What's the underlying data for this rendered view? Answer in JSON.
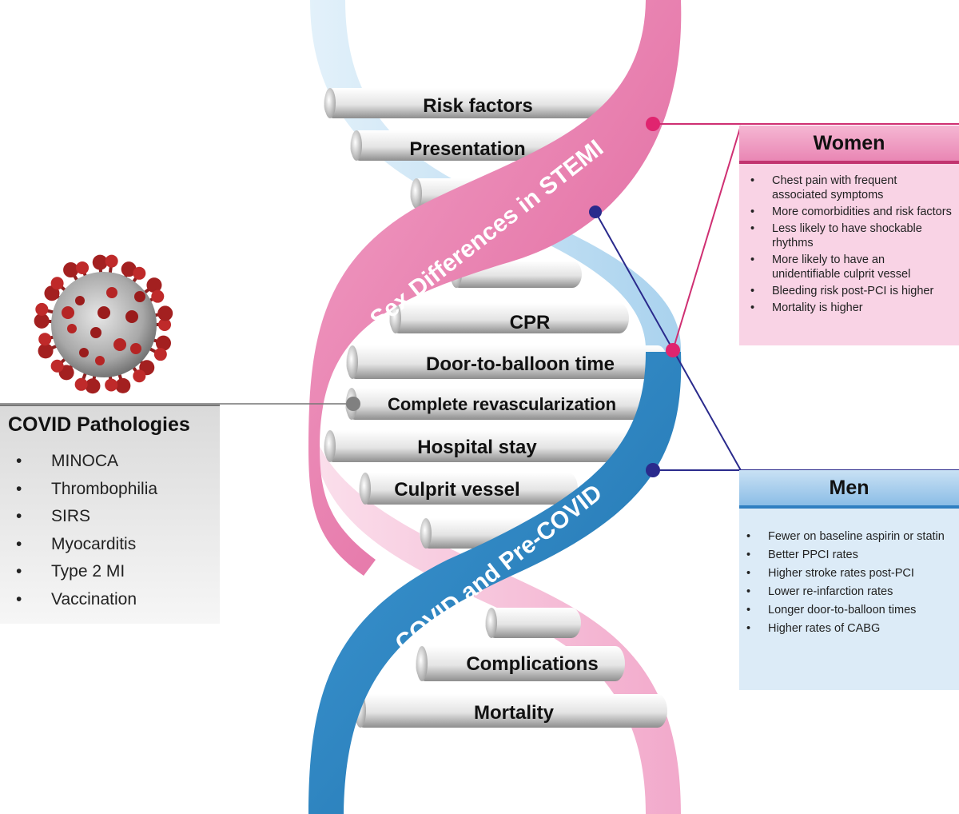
{
  "rungs": [
    "Risk factors",
    "Presentation",
    "CPR",
    "Door-to-balloon time",
    "Complete revascularization",
    "Hospital stay",
    "Culprit vessel",
    "Complications",
    "Mortality"
  ],
  "bands": {
    "pink": "Sex Differences in STEMI",
    "blue": "COVID and Pre-COVID"
  },
  "women": {
    "title": "Women",
    "items": [
      "Chest pain with frequent associated symptoms",
      "More comorbidities and risk factors",
      "Less likely to have shockable rhythms",
      "More likely to have an unidentifiable culprit vessel",
      "Bleeding risk post-PCI is higher",
      "Mortality is higher"
    ]
  },
  "men": {
    "title": "Men",
    "items": [
      "Fewer on baseline aspirin or statin",
      "Better PPCI rates",
      "Higher stroke rates post-PCI",
      "Lower re-infarction rates",
      "Longer door-to-balloon times",
      "Higher rates of CABG"
    ]
  },
  "covid": {
    "title": "COVID Pathologies",
    "items": [
      "MINOCA",
      "Thrombophilia",
      "SIRS",
      "Myocarditis",
      "Type 2 MI",
      "Vaccination"
    ]
  },
  "colors": {
    "pink_band": "#e978ad",
    "pink_light": "#f8cfe2",
    "pink_line": "#cf2f72",
    "pink_dot": "#e0246f",
    "blue_band": "#2d88c6",
    "blue_light": "#c4e1f4",
    "navy": "#2a2a8c",
    "grey_dot": "#808080"
  },
  "icons": {
    "virus": "coronavirus-icon"
  }
}
